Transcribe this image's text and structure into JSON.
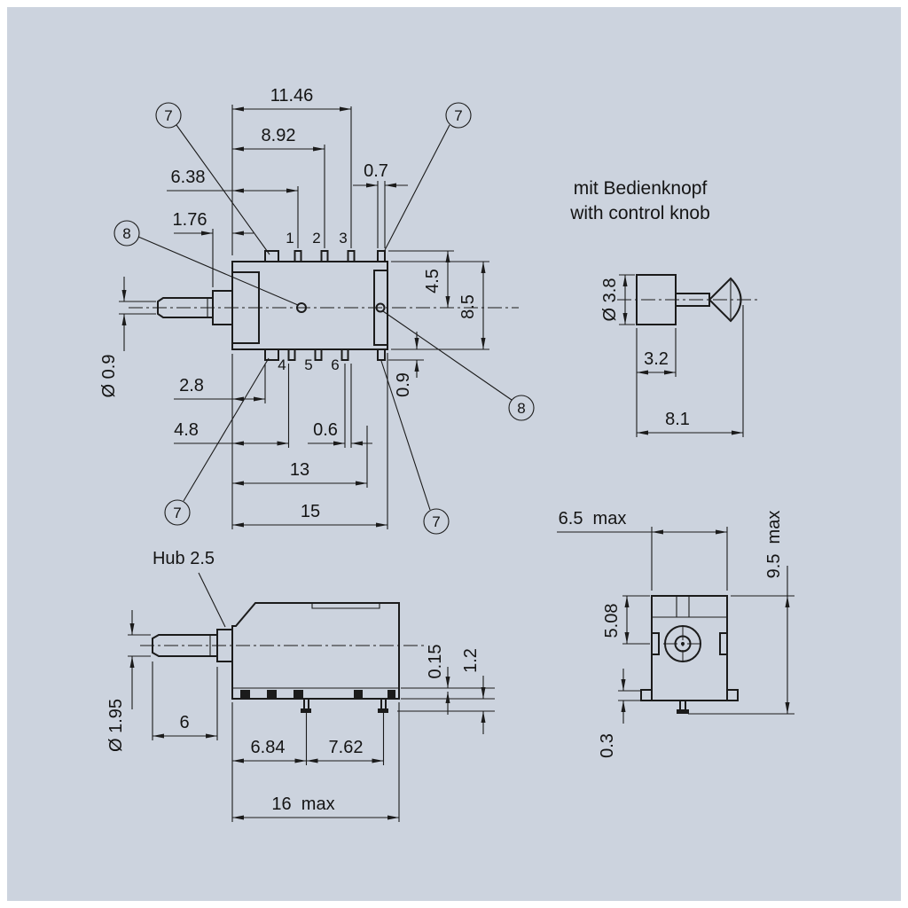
{
  "drawing": {
    "background": "#ccd3de",
    "line_color": "#1b1b1b"
  },
  "top_view": {
    "balloon_7": "7",
    "balloon_8": "8",
    "pins": {
      "p1": "1",
      "p2": "2",
      "p3": "3",
      "p4": "4",
      "p5": "5",
      "p6": "6"
    },
    "dims": {
      "d_1146": "11.46",
      "d_892": "8.92",
      "d_638": "6.38",
      "d_176": "1.76",
      "d_07": "0.7",
      "d_45": "4.5",
      "d_85": "8.5",
      "d_09": "0.9",
      "dia_09": "Ø 0.9",
      "d_28": "2.8",
      "d_48": "4.8",
      "d_06": "0.6",
      "d_13": "13",
      "d_15": "15"
    }
  },
  "knob_view": {
    "caption_line1": "mit Bedienknopf",
    "caption_line2": "with control knob",
    "dims": {
      "dia_38": "Ø 3.8",
      "d_32": "3.2",
      "d_81": "8.1"
    }
  },
  "side_view": {
    "stroke_label": "Hub 2.5",
    "dims": {
      "dia_195": "Ø 1.95",
      "d_6": "6",
      "d_684": "6.84",
      "d_762": "7.62",
      "d_16max": "16  max",
      "d_015": "0.15",
      "d_12": "1.2"
    }
  },
  "end_view": {
    "dims": {
      "d_65max": "6.5  max",
      "d_95max": "9.5  max",
      "d_508": "5.08",
      "d_03": "0.3"
    }
  }
}
